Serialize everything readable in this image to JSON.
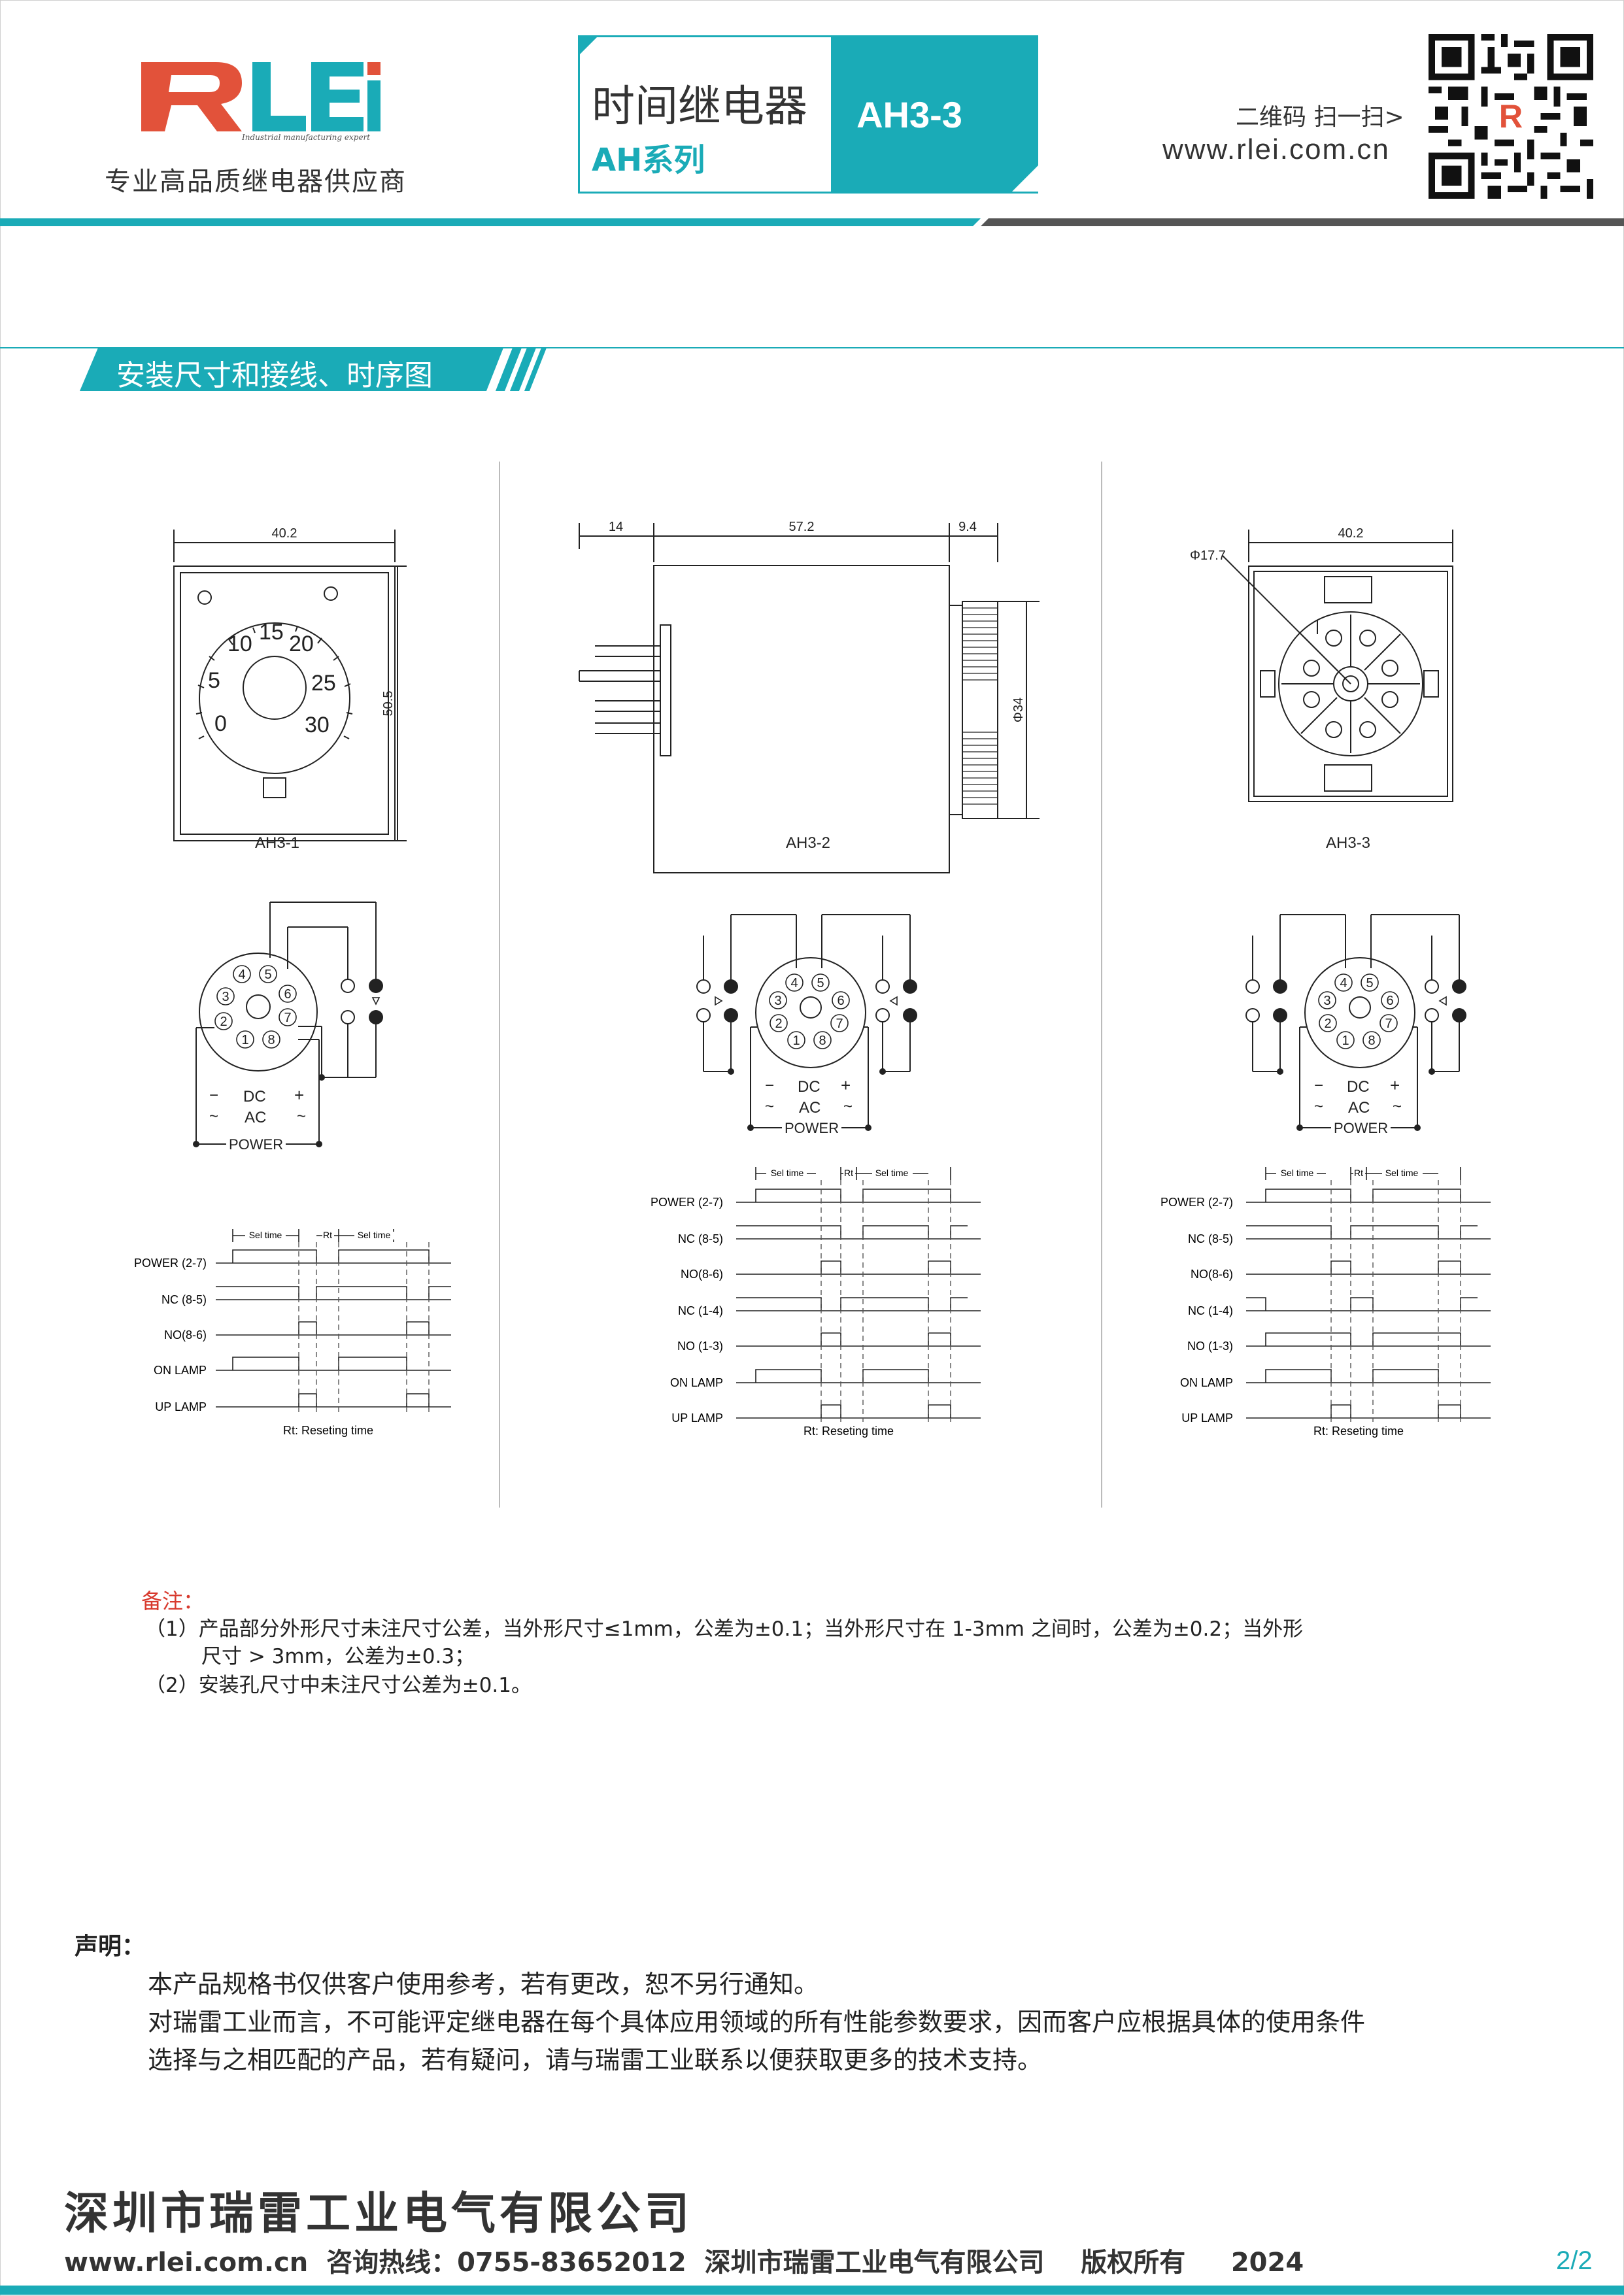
{
  "header": {
    "logo_text": "RLEi",
    "logo_tagline": "Industrial manufacturing expert",
    "slogan": "专业高品质继电器供应商",
    "product_category": "时间继电器",
    "series": "AH系列",
    "model": "AH3-3",
    "qr_hint": "二维码 扫一扫>",
    "website": "www.rlei.com.cn",
    "colors": {
      "teal": "#1aabb7",
      "brand_red": "#e2523a",
      "dark": "#4a4a4a"
    }
  },
  "section": {
    "title": "安装尺寸和接线、时序图"
  },
  "dimensions": {
    "ah3_1": {
      "label": "AH3-1",
      "width": "40.2",
      "height": "50.5",
      "dial": [
        "0",
        "5",
        "10",
        "15",
        "20",
        "25",
        "30"
      ]
    },
    "ah3_2": {
      "label": "AH3-2",
      "d1": "14",
      "d2": "57.2",
      "d3": "9.4",
      "dia": "Φ34"
    },
    "ah3_3": {
      "label": "AH3-3",
      "width": "40.2",
      "hole": "Φ17.7"
    }
  },
  "wiring": {
    "pins": [
      "1",
      "2",
      "3",
      "4",
      "5",
      "6",
      "7",
      "8"
    ],
    "dc": "DC",
    "ac": "AC",
    "power": "POWER",
    "minus": "−",
    "plus": "+",
    "tilde": "~"
  },
  "timing": {
    "sel_time": "Sel time",
    "rt": "Rt",
    "note": "Rt: Reseting time",
    "ah3_1_rows": [
      "POWER (2-7)",
      "NC (8-5)",
      "NO(8-6)",
      "ON LAMP",
      "UP LAMP"
    ],
    "ah3_2_rows": [
      "POWER (2-7)",
      "NC (8-5)",
      "NO(8-6)",
      "NC (1-4)",
      "NO (1-3)",
      "ON LAMP",
      "UP LAMP"
    ],
    "ah3_3_rows": [
      "POWER (2-7)",
      "NC (8-5)",
      "NO(8-6)",
      "NC (1-4)",
      "NO (1-3)",
      "ON LAMP",
      "UP LAMP"
    ]
  },
  "notes": {
    "title": "备注：",
    "item1_a": "（1）产品部分外形尺寸未注尺寸公差，当外形尺寸≤1mm，公差为±0.1；当外形尺寸在 1-3mm 之间时，公差为±0.2；当外形",
    "item1_b": "尺寸 > 3mm，公差为±0.3；",
    "item2": "（2）安装孔尺寸中未注尺寸公差为±0.1。"
  },
  "statement": {
    "title": "声明：",
    "line1": "本产品规格书仅供客户使用参考，若有更改，恕不另行通知。",
    "line2": "对瑞雷工业而言，不可能评定继电器在每个具体应用领域的所有性能参数要求，因而客户应根据具体的使用条件",
    "line3": "选择与之相匹配的产品，若有疑问，请与瑞雷工业联系以便获取更多的技术支持。"
  },
  "footer": {
    "company": "深圳市瑞雷工业电气有限公司",
    "line": "www.rlei.com.cn  咨询热线：0755-83652012  深圳市瑞雷工业电气有限公司    版权所有     2024",
    "page": "2/2"
  }
}
